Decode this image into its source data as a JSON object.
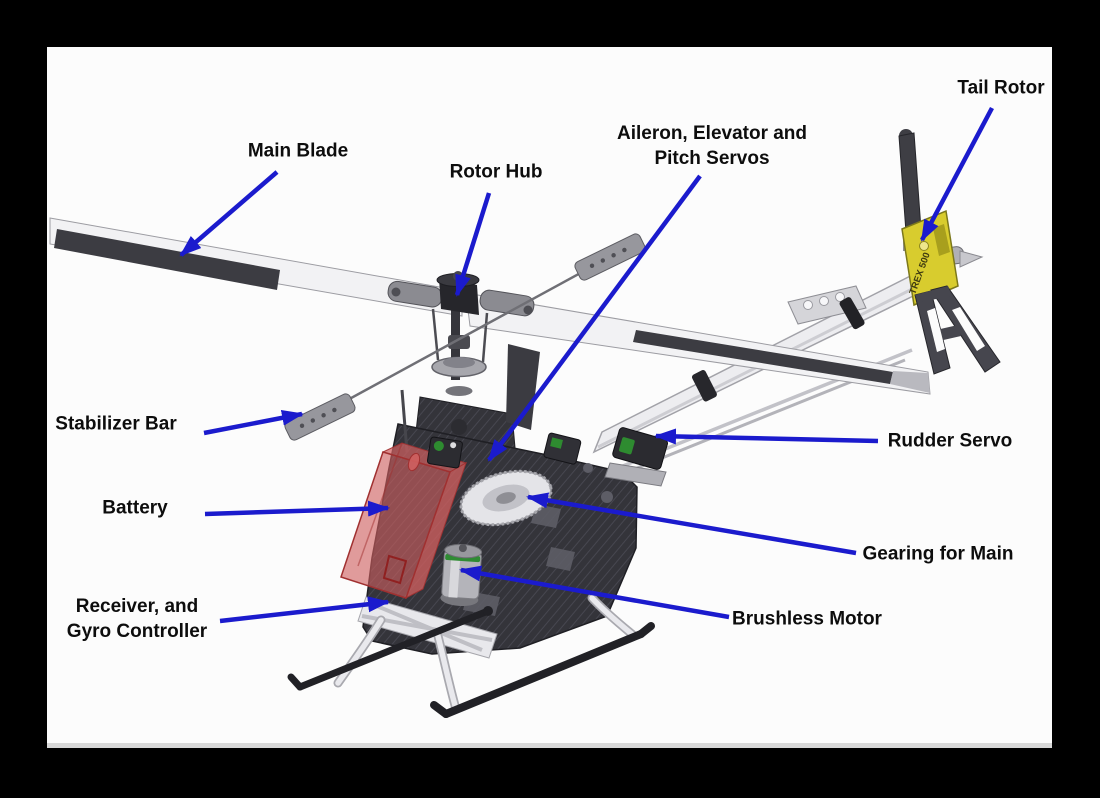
{
  "colors": {
    "annotation_blue": "#1b1bcd",
    "label_text": "#0d0d0d",
    "battery_red": "#cf5f5f",
    "fin_yellow": "#d8cc2e",
    "canvas_white": "#fcfcfc",
    "frame_black": "#000000"
  },
  "diagram": {
    "tail_fin_marking": "TREX 500"
  },
  "annotations": {
    "main_blade": "Main Blade",
    "rotor_hub": "Rotor Hub",
    "aileron_elevator_pitch_servos": "Aileron, Elevator and\nPitch Servos",
    "tail_rotor": "Tail Rotor",
    "stabilizer_bar": "Stabilizer Bar",
    "battery": "Battery",
    "receiver_gyro_controller": "Receiver, and\nGyro Controller",
    "rudder_servo": "Rudder Servo",
    "gearing_for_main": "Gearing for Main",
    "brushless_motor": "Brushless Motor"
  }
}
